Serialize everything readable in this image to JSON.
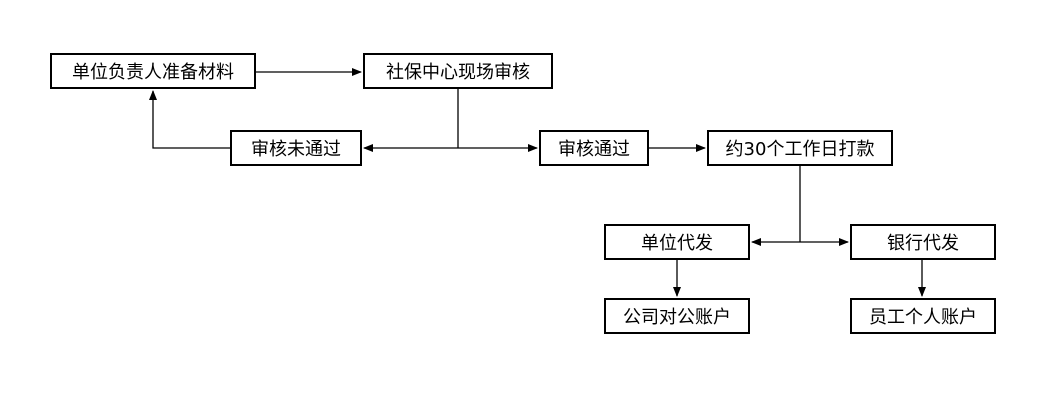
{
  "nodes": {
    "prepare": "单位负责人准备材料",
    "review": "社保中心现场审核",
    "rejected": "审核未通过",
    "approved": "审核通过",
    "payment": "约30个工作日打款",
    "unit_issue": "单位代发",
    "bank_issue": "银行代发",
    "company_account": "公司对公账户",
    "personal_account": "员工个人账户"
  }
}
